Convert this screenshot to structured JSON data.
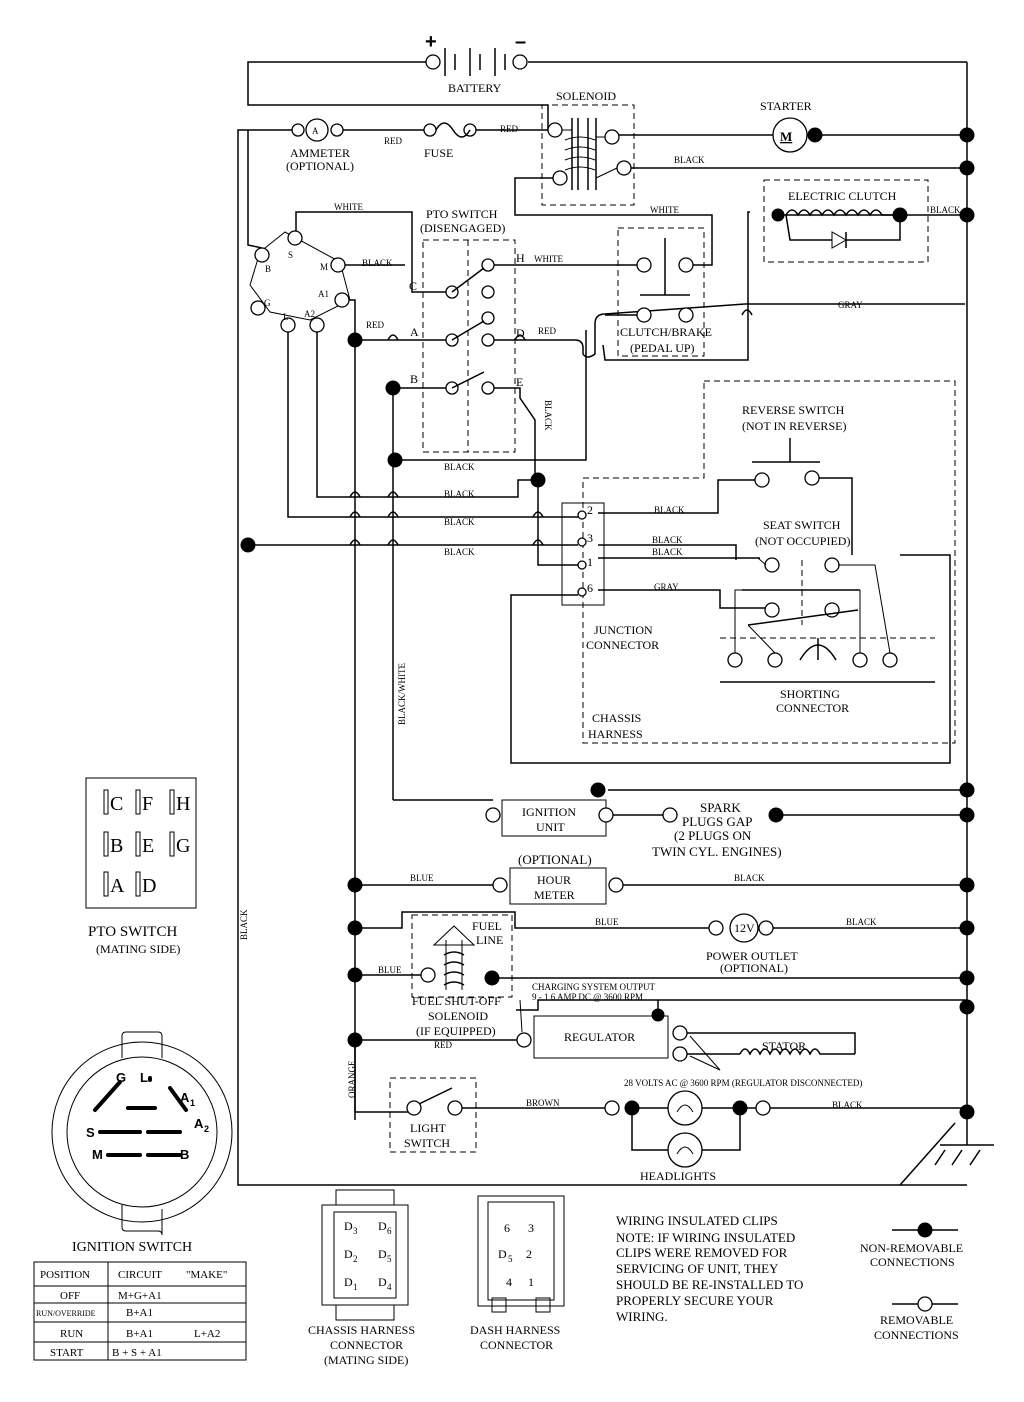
{
  "labels": {
    "battery": "BATTERY",
    "plus": "+",
    "minus": "–",
    "solenoid": "SOLENOID",
    "starter": "STARTER",
    "starter_m": "M",
    "ammeter": "AMMETER",
    "ammeter_optional": "(OPTIONAL)",
    "ammeter_a": "A",
    "fuse": "FUSE",
    "red": "RED",
    "black": "BLACK",
    "white": "WHITE",
    "gray": "GRAY",
    "blue": "BLUE",
    "brown": "BROWN",
    "orange": "ORANGE",
    "black_white": "BLACK/WHITE",
    "pto_switch": "PTO SWITCH",
    "pto_disengaged": "(DISENGAGED)",
    "electric_clutch": "ELECTRIC CLUTCH",
    "clutch_brake": "CLUTCH/BRAKE",
    "pedal_up": "(PEDAL UP)",
    "reverse_switch": "REVERSE SWITCH",
    "not_in_reverse": "(NOT IN REVERSE)",
    "seat_switch": "SEAT SWITCH",
    "not_occupied": "(NOT OCCUPIED)",
    "junction": "JUNCTION",
    "connector": "CONNECTOR",
    "shorting": "SHORTING",
    "chassis": "CHASSIS",
    "harness": "HARNESS",
    "ignition": "IGNITION",
    "unit": "UNIT",
    "spark1": "SPARK",
    "spark2": "PLUGS GAP",
    "spark3": "(2 PLUGS ON",
    "spark4": "TWIN CYL. ENGINES)",
    "optional": "(OPTIONAL)",
    "hour": "HOUR",
    "meter": "METER",
    "fuel": "FUEL",
    "line": "LINE",
    "v12": "12V",
    "power_outlet": "POWER OUTLET",
    "charging1": "CHARGING SYSTEM OUTPUT",
    "charging2": "9 - 1 6 AMP DC @ 3600 RPM",
    "fuel_shutoff": "FUEL SHUT-OFF",
    "solenoid2": "SOLENOID",
    "if_equipped": "(IF EQUIPPED)",
    "regulator": "REGULATOR",
    "stator": "STATOR",
    "ac_note": "28 VOLTS AC @ 3600 RPM (REGULATOR DISCONNECTED)",
    "light": "LIGHT",
    "switch": "SWITCH",
    "headlights": "HEADLIGHTS",
    "pto_mating": "PTO SWITCH",
    "mating_side": "(MATING SIDE)",
    "ignition_switch": "IGNITION SWITCH",
    "chassis_conn1": "CHASSIS HARNESS",
    "chassis_conn2": "CONNECTOR",
    "chassis_conn3": "(MATING SIDE)",
    "dash_conn1": "DASH HARNESS",
    "dash_conn2": "CONNECTOR",
    "clips_title": "WIRING INSULATED CLIPS",
    "clips1": "NOTE:  IF WIRING INSULATED",
    "clips2": "CLIPS WERE REMOVED FOR",
    "clips3": "SERVICING OF UNIT, THEY",
    "clips4": "SHOULD BE RE-INSTALLED TO",
    "clips5": "PROPERLY SECURE YOUR",
    "clips6": "WIRING.",
    "non_removable1": "NON-REMOVABLE",
    "non_removable2": "CONNECTIONS",
    "removable1": "REMOVABLE",
    "removable2": "CONNECTIONS"
  },
  "ign_terms": {
    "B": "B",
    "S": "S",
    "M": "M",
    "A1": "A1",
    "G": "G",
    "L": "L",
    "A2": "A2"
  },
  "pto_terms": {
    "C": "C",
    "H": "H",
    "A": "A",
    "D": "D",
    "B": "B",
    "E": "E"
  },
  "junction_pins": {
    "p2": "2",
    "p3": "3",
    "p1": "1",
    "p6": "6"
  },
  "pto_mating_letters": [
    "C",
    "F",
    "H",
    "B",
    "E",
    "G",
    "A",
    "D"
  ],
  "ign_face": {
    "G": "G",
    "L": "L",
    "A1": "A",
    "A1sub": "1",
    "S": "S",
    "A2": "A",
    "A2sub": "2",
    "M": "M",
    "B": "B"
  },
  "conn_pins": {
    "chassis": [
      "D",
      "3",
      "D",
      "6",
      "D",
      "2",
      "D",
      "5",
      "D",
      "1",
      "D",
      "4"
    ],
    "dash": [
      "6",
      "3",
      "D",
      "5",
      "2",
      "4",
      "1"
    ]
  },
  "table": {
    "headers": [
      "POSITION",
      "CIRCUIT",
      "\"MAKE\""
    ],
    "rows": [
      [
        "OFF",
        "M+G+A1",
        ""
      ],
      [
        "RUN/OVERRIDE",
        "B+A1",
        ""
      ],
      [
        "RUN",
        "B+A1",
        "L+A2"
      ],
      [
        "START",
        "B + S + A1",
        ""
      ]
    ]
  }
}
